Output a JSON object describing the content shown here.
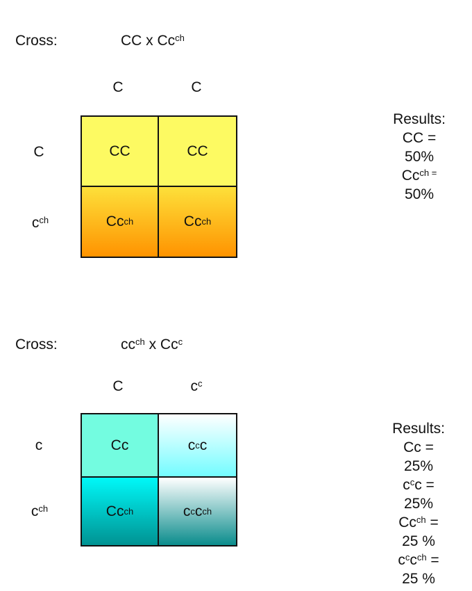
{
  "cross1": {
    "label": "Cross:",
    "cross": [
      "CC x Cc",
      "ch"
    ],
    "cols": [
      [
        "C"
      ],
      [
        "C"
      ]
    ],
    "rows": [
      [
        "C"
      ],
      [
        "c",
        "ch"
      ]
    ],
    "cells": [
      [
        "CC"
      ],
      [
        "CC"
      ],
      [
        "Cc",
        "ch"
      ],
      [
        "Cc",
        "ch"
      ]
    ],
    "results_title": "Results:",
    "results": [
      [
        "CC = 50%"
      ],
      [
        "Cc",
        "ch =",
        "",
        " 50%"
      ]
    ],
    "colors": {
      "top": "#fdfa62",
      "bottom_start": "#fde03a",
      "bottom_end": "#ff9300"
    }
  },
  "cross2": {
    "label": "Cross:",
    "cross": [
      "cc",
      "ch",
      " x Cc",
      "c"
    ],
    "cols": [
      [
        "C"
      ],
      [
        "c",
        "c"
      ]
    ],
    "rows": [
      [
        "c"
      ],
      [
        "c",
        "ch"
      ]
    ],
    "cells": [
      [
        "Cc"
      ],
      [
        "c",
        "c",
        "c"
      ],
      [
        "Cc",
        "ch"
      ],
      [
        "c",
        "c",
        "c",
        "ch"
      ]
    ],
    "results_title": "Results:",
    "results": [
      [
        "Cc = 25%"
      ],
      [
        "c",
        "c",
        "c = 25%"
      ],
      [
        "Cc",
        "ch",
        " = 25 %"
      ],
      [
        "c",
        "c",
        "c",
        "ch",
        " = 25 %"
      ]
    ],
    "colors": {
      "cc": "#73fce0",
      "ccc_start": "#ffffff",
      "ccc_end": "#73fcff",
      "ccch_start": "#00f8f8",
      "ccch_end": "#009292",
      "cccch_start": "#ffffff",
      "cccch_end": "#0a8c8c"
    }
  }
}
